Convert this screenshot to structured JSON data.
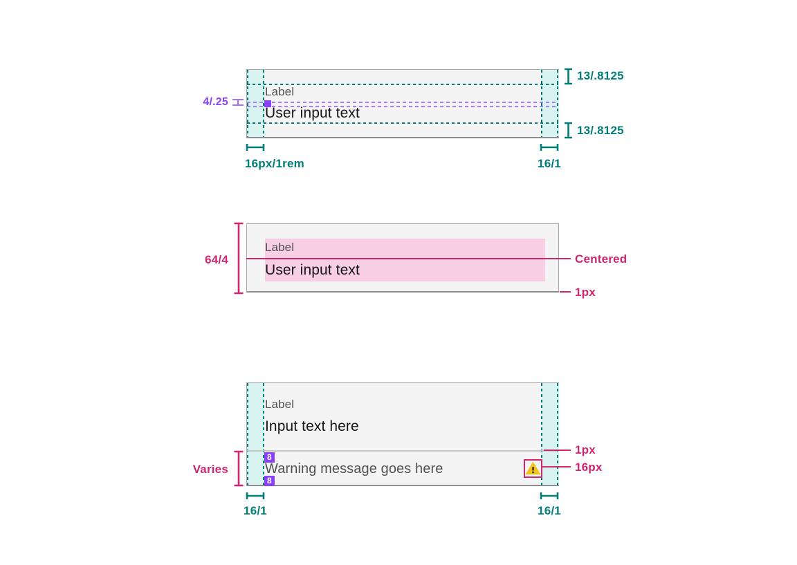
{
  "colors": {
    "teal": "#007d79",
    "teal_fill": "#d8f3f0",
    "purple": "#8a3ffc",
    "purple_dash": "#ab79ff",
    "magenta": "#d02670",
    "pink_fill": "#f7cee2",
    "field_bg": "#f4f4f4",
    "field_bottom_border": "#8d8d8d",
    "divider": "#c6c6c6",
    "label_text": "#525252",
    "value_text": "#161616",
    "warning_yellow": "#f1c21b"
  },
  "spec_top": {
    "label": "Label",
    "input_text": "User input text",
    "annotation_top_line_height": "13/.8125",
    "annotation_bottom_line_height": "13/.8125",
    "annotation_label_gap": "4/.25",
    "annotation_left_padding": "16px/1rem",
    "annotation_right_padding": "16/1"
  },
  "spec_middle": {
    "label": "Label",
    "input_text": "User input text",
    "annotation_height": "64/4",
    "annotation_centered": "Centered",
    "annotation_border": "1px"
  },
  "spec_bottom": {
    "label": "Label",
    "input_text": "Input text here",
    "warning_message": "Warning message goes here",
    "annotation_divider": "1px",
    "annotation_icon_size": "16px",
    "annotation_height": "Varies",
    "spacing_token_top": "8",
    "spacing_token_bottom": "8",
    "annotation_left_padding": "16/1",
    "annotation_right_padding": "16/1"
  }
}
